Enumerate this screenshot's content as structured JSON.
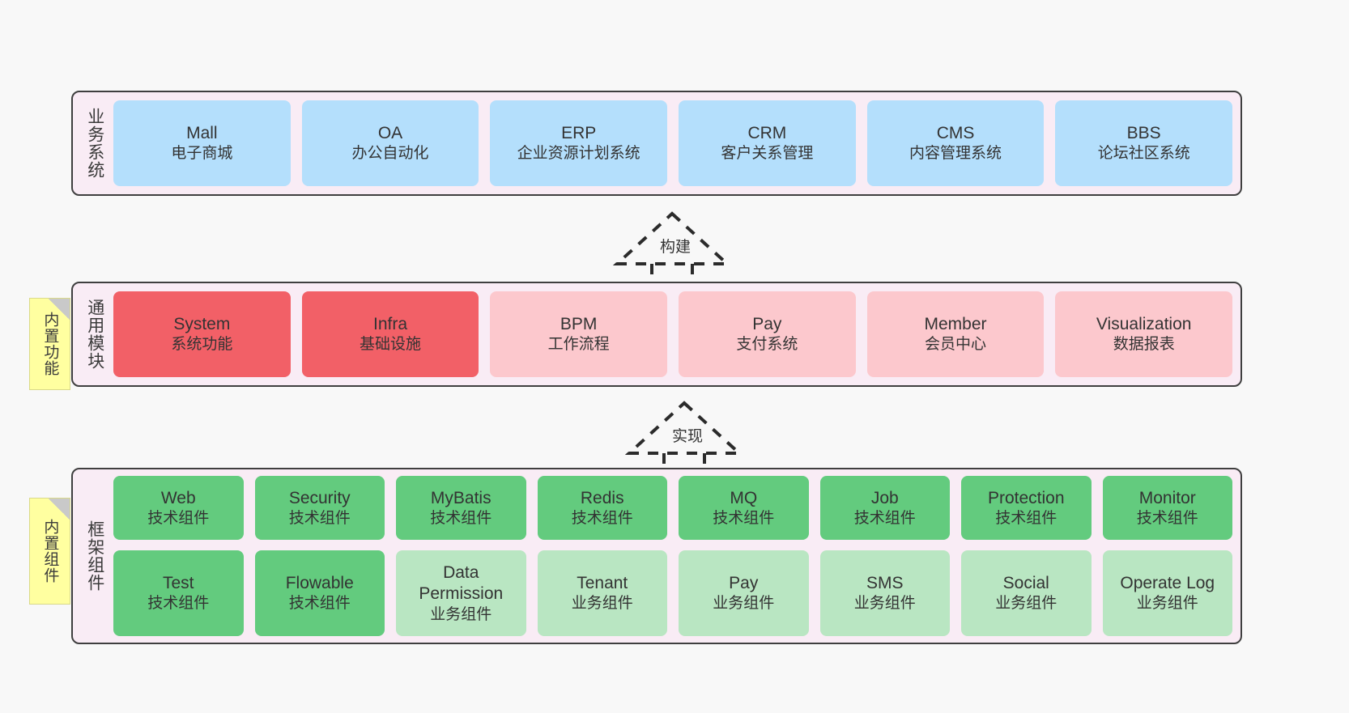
{
  "diagram": {
    "background_color": "#f8f8f8",
    "panel_fill": "#f9ecf5",
    "panel_border": "#3f3f3f",
    "sticky_color": "#ffffa0"
  },
  "layers": [
    {
      "id": "business-systems",
      "title": "业务系统",
      "rows": [
        {
          "nodes": [
            {
              "main": "Mall",
              "sub": "电子商城",
              "style": "n-blue",
              "color": "#b4dffc"
            },
            {
              "main": "OA",
              "sub": "办公自动化",
              "style": "n-blue",
              "color": "#b4dffc"
            },
            {
              "main": "ERP",
              "sub": "企业资源计划系统",
              "style": "n-blue",
              "color": "#b4dffc"
            },
            {
              "main": "CRM",
              "sub": "客户关系管理",
              "style": "n-blue",
              "color": "#b4dffc"
            },
            {
              "main": "CMS",
              "sub": "内容管理系统",
              "style": "n-blue",
              "color": "#b4dffc"
            },
            {
              "main": "BBS",
              "sub": "论坛社区系统",
              "style": "n-blue",
              "color": "#b4dffc"
            }
          ]
        }
      ]
    },
    {
      "id": "common-modules",
      "title": "通用模块",
      "sticky": "内置功能",
      "rows": [
        {
          "nodes": [
            {
              "main": "System",
              "sub": "系统功能",
              "style": "n-red",
              "color": "#f26067"
            },
            {
              "main": "Infra",
              "sub": "基础设施",
              "style": "n-red",
              "color": "#f26067"
            },
            {
              "main": "BPM",
              "sub": "工作流程",
              "style": "n-pink",
              "color": "#fcc8cd"
            },
            {
              "main": "Pay",
              "sub": "支付系统",
              "style": "n-pink",
              "color": "#fcc8cd"
            },
            {
              "main": "Member",
              "sub": "会员中心",
              "style": "n-pink",
              "color": "#fcc8cd"
            },
            {
              "main": "Visualization",
              "sub": "数据报表",
              "style": "n-pink",
              "color": "#fcc8cd"
            }
          ]
        }
      ]
    },
    {
      "id": "framework-components",
      "title": "框架组件",
      "sticky": "内置组件",
      "rows": [
        {
          "nodes": [
            {
              "main": "Web",
              "sub": "技术组件",
              "style": "n-green",
              "color": "#63cb7e"
            },
            {
              "main": "Security",
              "sub": "技术组件",
              "style": "n-green",
              "color": "#63cb7e"
            },
            {
              "main": "MyBatis",
              "sub": "技术组件",
              "style": "n-green",
              "color": "#63cb7e"
            },
            {
              "main": "Redis",
              "sub": "技术组件",
              "style": "n-green",
              "color": "#63cb7e"
            },
            {
              "main": "MQ",
              "sub": "技术组件",
              "style": "n-green",
              "color": "#63cb7e"
            },
            {
              "main": "Job",
              "sub": "技术组件",
              "style": "n-green",
              "color": "#63cb7e"
            },
            {
              "main": "Protection",
              "sub": "技术组件",
              "style": "n-green",
              "color": "#63cb7e"
            },
            {
              "main": "Monitor",
              "sub": "技术组件",
              "style": "n-green",
              "color": "#63cb7e"
            }
          ]
        },
        {
          "nodes": [
            {
              "main": "Test",
              "sub": "技术组件",
              "style": "n-green",
              "color": "#63cb7e"
            },
            {
              "main": "Flowable",
              "sub": "技术组件",
              "style": "n-green",
              "color": "#63cb7e"
            },
            {
              "main": "Data Permission",
              "sub": "业务组件",
              "style": "n-lightgreen",
              "color": "#b9e6c2"
            },
            {
              "main": "Tenant",
              "sub": "业务组件",
              "style": "n-lightgreen",
              "color": "#b9e6c2"
            },
            {
              "main": "Pay",
              "sub": "业务组件",
              "style": "n-lightgreen",
              "color": "#b9e6c2"
            },
            {
              "main": "SMS",
              "sub": "业务组件",
              "style": "n-lightgreen",
              "color": "#b9e6c2"
            },
            {
              "main": "Social",
              "sub": "业务组件",
              "style": "n-lightgreen",
              "color": "#b9e6c2"
            },
            {
              "main": "Operate Log",
              "sub": "业务组件",
              "style": "n-lightgreen",
              "color": "#b9e6c2"
            }
          ]
        }
      ]
    }
  ],
  "connectors": [
    {
      "id": "build",
      "label": "构建",
      "from": "common-modules",
      "to": "business-systems"
    },
    {
      "id": "implement",
      "label": "实现",
      "from": "framework-components",
      "to": "common-modules"
    }
  ]
}
